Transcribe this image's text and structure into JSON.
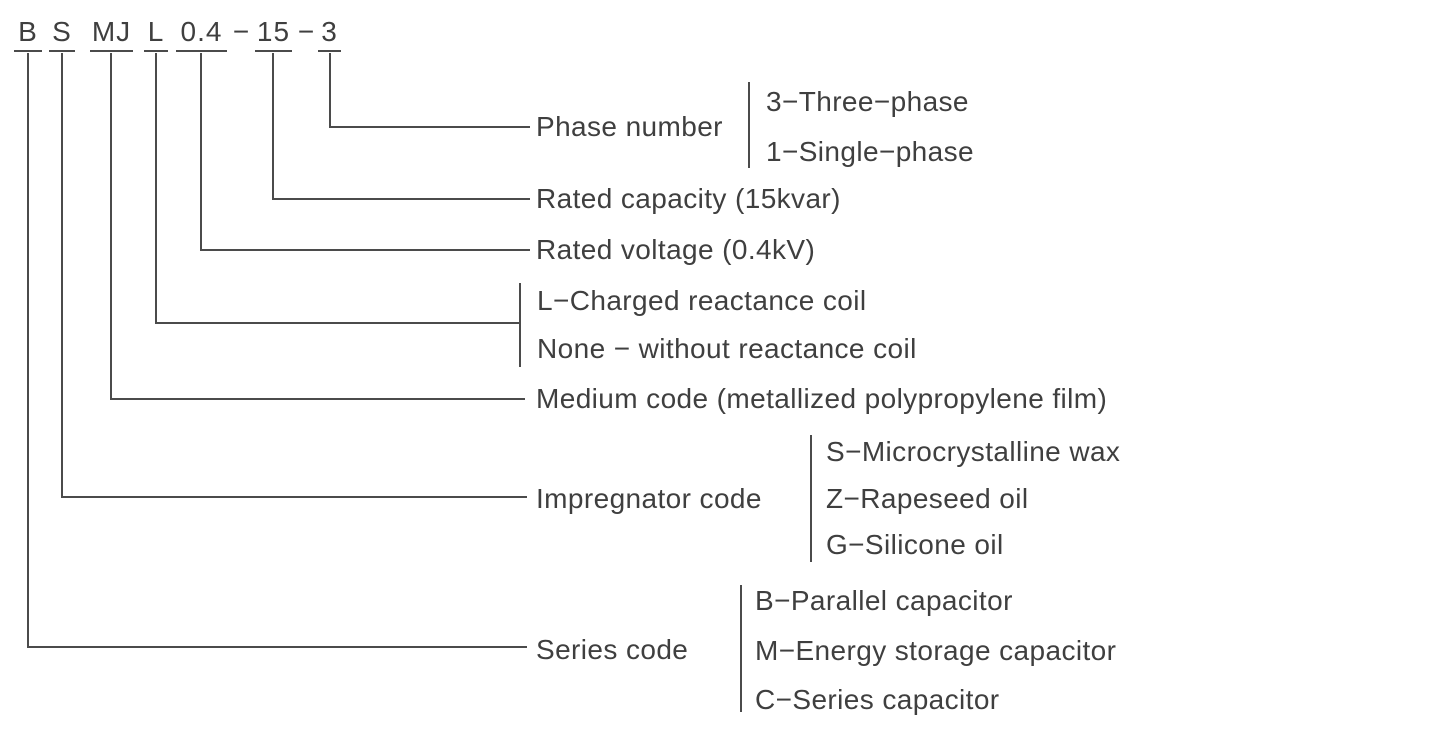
{
  "code": {
    "parts": [
      "B",
      "S",
      "MJ",
      "L",
      "0.4",
      "15",
      "3"
    ],
    "separator": "−"
  },
  "labels": {
    "phase": "Phase number",
    "capacity": "Rated capacity (15kvar)",
    "voltage": "Rated voltage (0.4kV)",
    "reactance_l": "L−Charged reactance coil",
    "reactance_none": "None − without reactance coil",
    "medium": "Medium code (metallized polypropylene film)",
    "impregnator": "Impregnator code",
    "series": "Series code"
  },
  "options": {
    "phase": [
      "3−Three−phase",
      "1−Single−phase"
    ],
    "impregnator": [
      "S−Microcrystalline wax",
      "Z−Rapeseed oil",
      "G−Silicone oil"
    ],
    "series": [
      "B−Parallel capacitor",
      "M−Energy storage capacitor",
      "C−Series capacitor"
    ]
  },
  "colors": {
    "text": "#3f3f3f",
    "line": "#4b4b4b",
    "background": "#ffffff"
  }
}
